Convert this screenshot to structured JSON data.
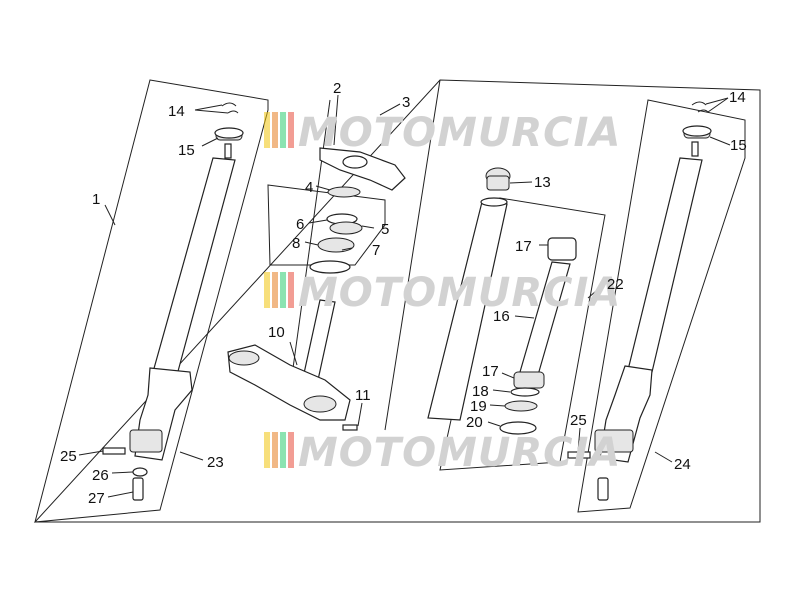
{
  "watermark": {
    "text": "MOTOMURCIA",
    "stripe_colors": [
      "#f1c40f",
      "#e67e22",
      "#2ecc71",
      "#e74c3c"
    ]
  },
  "callouts": {
    "c1": "1",
    "c2": "2",
    "c3": "3",
    "c4": "4",
    "c5": "5",
    "c6": "6",
    "c7": "7",
    "c8": "8",
    "c10": "10",
    "c11": "11",
    "c13": "13",
    "c14a": "14",
    "c14b": "14",
    "c15a": "15",
    "c15b": "15",
    "c16": "16",
    "c17a": "17",
    "c17b": "17",
    "c18": "18",
    "c19": "19",
    "c20": "20",
    "c22": "22",
    "c23": "23",
    "c24": "24",
    "c25a": "25",
    "c25b": "25",
    "c26": "26",
    "c27": "27"
  }
}
